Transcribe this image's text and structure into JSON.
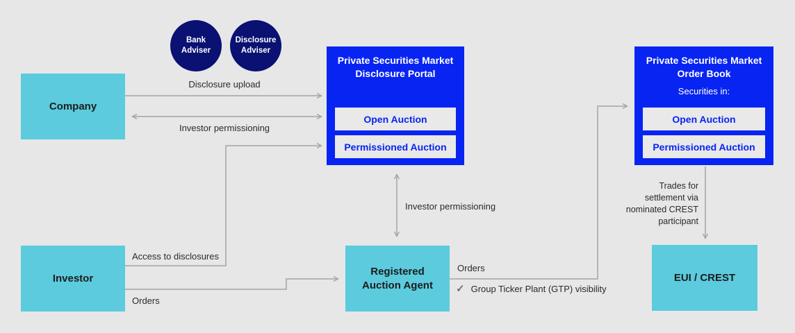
{
  "advisers": {
    "bank": "Bank\nAdviser",
    "disclosure": "Disclosure\nAdviser"
  },
  "entities": {
    "company": "Company",
    "investor": "Investor",
    "auction_agent": "Registered\nAuction Agent",
    "eui_crest": "EUI / CREST"
  },
  "disclosure_portal": {
    "title": "Private Securities Market\nDisclosure Portal",
    "open_auction": "Open Auction",
    "permissioned_auction": "Permissioned Auction"
  },
  "order_book": {
    "title": "Private Securities Market\nOrder Book",
    "subtitle": "Securities in:",
    "open_auction": "Open Auction",
    "permissioned_auction": "Permissioned Auction"
  },
  "flows": {
    "disclosure_upload": "Disclosure upload",
    "investor_permissioning_company": "Investor permissioning",
    "access_to_disclosures": "Access to disclosures",
    "investor_orders": "Orders",
    "investor_permissioning_portal": "Investor permissioning",
    "agent_orders": "Orders",
    "gtp_check": "✓",
    "gtp_visibility": "Group Ticker Plant (GTP) visibility",
    "trades_settlement": "Trades for\nsettlement via\nnominated CREST\nparticipant"
  },
  "colors": {
    "background": "#e7e7e7",
    "cyan_box": "#5bcbdd",
    "blue_box": "#0724f2",
    "navy_circle": "#0a1173",
    "arrow_gray": "#a4a4a4"
  }
}
